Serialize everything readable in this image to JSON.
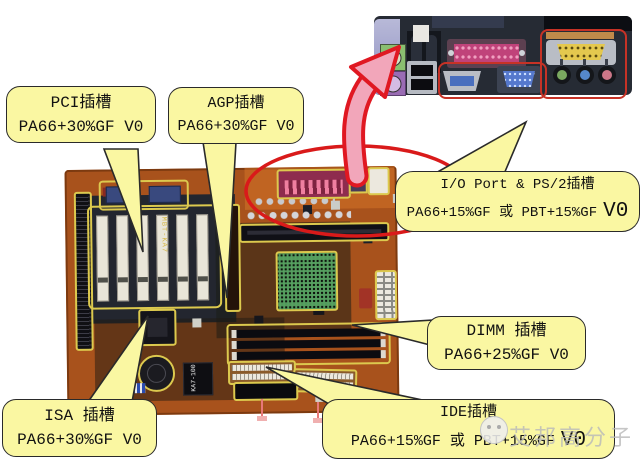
{
  "callouts": {
    "pci": {
      "line1": "PCI插槽",
      "line2": "PA66+30%GF V0"
    },
    "agp": {
      "line1": "AGP插槽",
      "line2": "PA66+30%GF V0"
    },
    "io": {
      "line1": "I/O Port & PS/2插槽",
      "line2_main": "PA66+15%GF 或 PBT+15%GF",
      "line2_v0": "V0"
    },
    "dimm": {
      "line1": "DIMM 插槽",
      "line2": "PA66+25%GF V0"
    },
    "isa": {
      "line1": "ISA 插槽",
      "line2": "PA66+30%GF V0"
    },
    "ide": {
      "line1": "IDE插槽",
      "line2_main": "PA66+15%GF 或 PBT+15%GF",
      "line2_v0": "V0"
    }
  },
  "board": {
    "silkscreen": "MBT-KA7",
    "chip_label": "KA7-100"
  },
  "watermark": {
    "text": "艾邦高分子"
  },
  "colors": {
    "callout_yellow": "#faf7a2",
    "annotation_red": "#d91a1a",
    "arrow_pink": "#f2a6ba",
    "pcb_orange": "#a8521c",
    "component_outline_yellow": "#dcc94e"
  }
}
